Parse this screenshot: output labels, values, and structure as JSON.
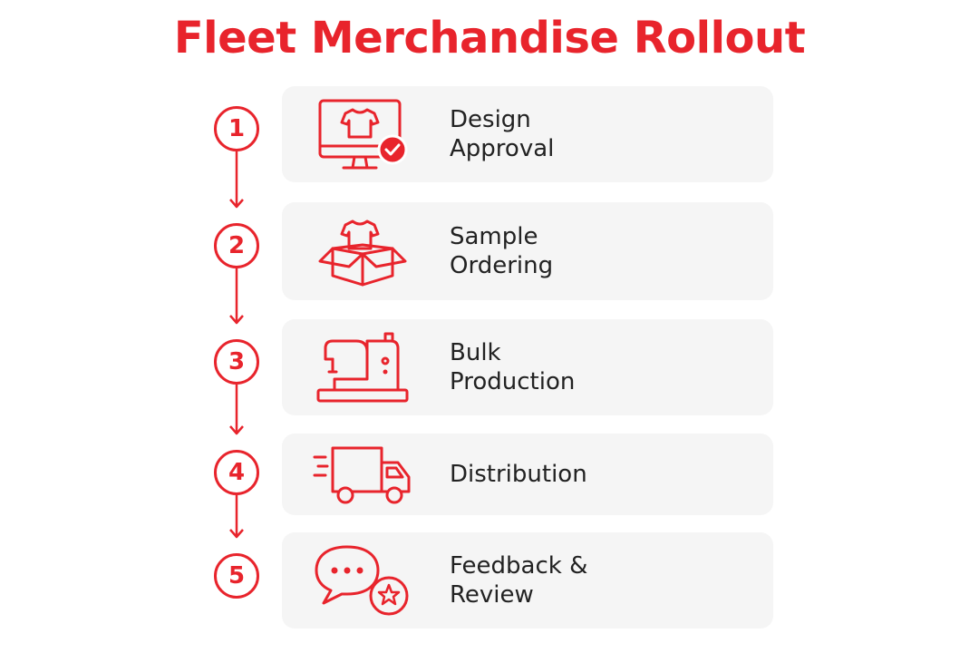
{
  "title": "Fleet Merchandise Rollout",
  "colors": {
    "accent": "#e8242c",
    "card_bg": "#f5f5f5",
    "text": "#222222"
  },
  "steps": [
    {
      "number": "1",
      "lines": [
        "Design",
        "Approval"
      ],
      "icon": "monitor-shirt-check-icon"
    },
    {
      "number": "2",
      "lines": [
        "Sample",
        "Ordering"
      ],
      "icon": "box-shirt-icon"
    },
    {
      "number": "3",
      "lines": [
        "Bulk",
        "Production"
      ],
      "icon": "sewing-machine-icon"
    },
    {
      "number": "4",
      "lines": [
        "Distribution"
      ],
      "icon": "delivery-truck-icon"
    },
    {
      "number": "5",
      "lines": [
        "Feedback &",
        "Review"
      ],
      "icon": "chat-star-icon"
    }
  ]
}
